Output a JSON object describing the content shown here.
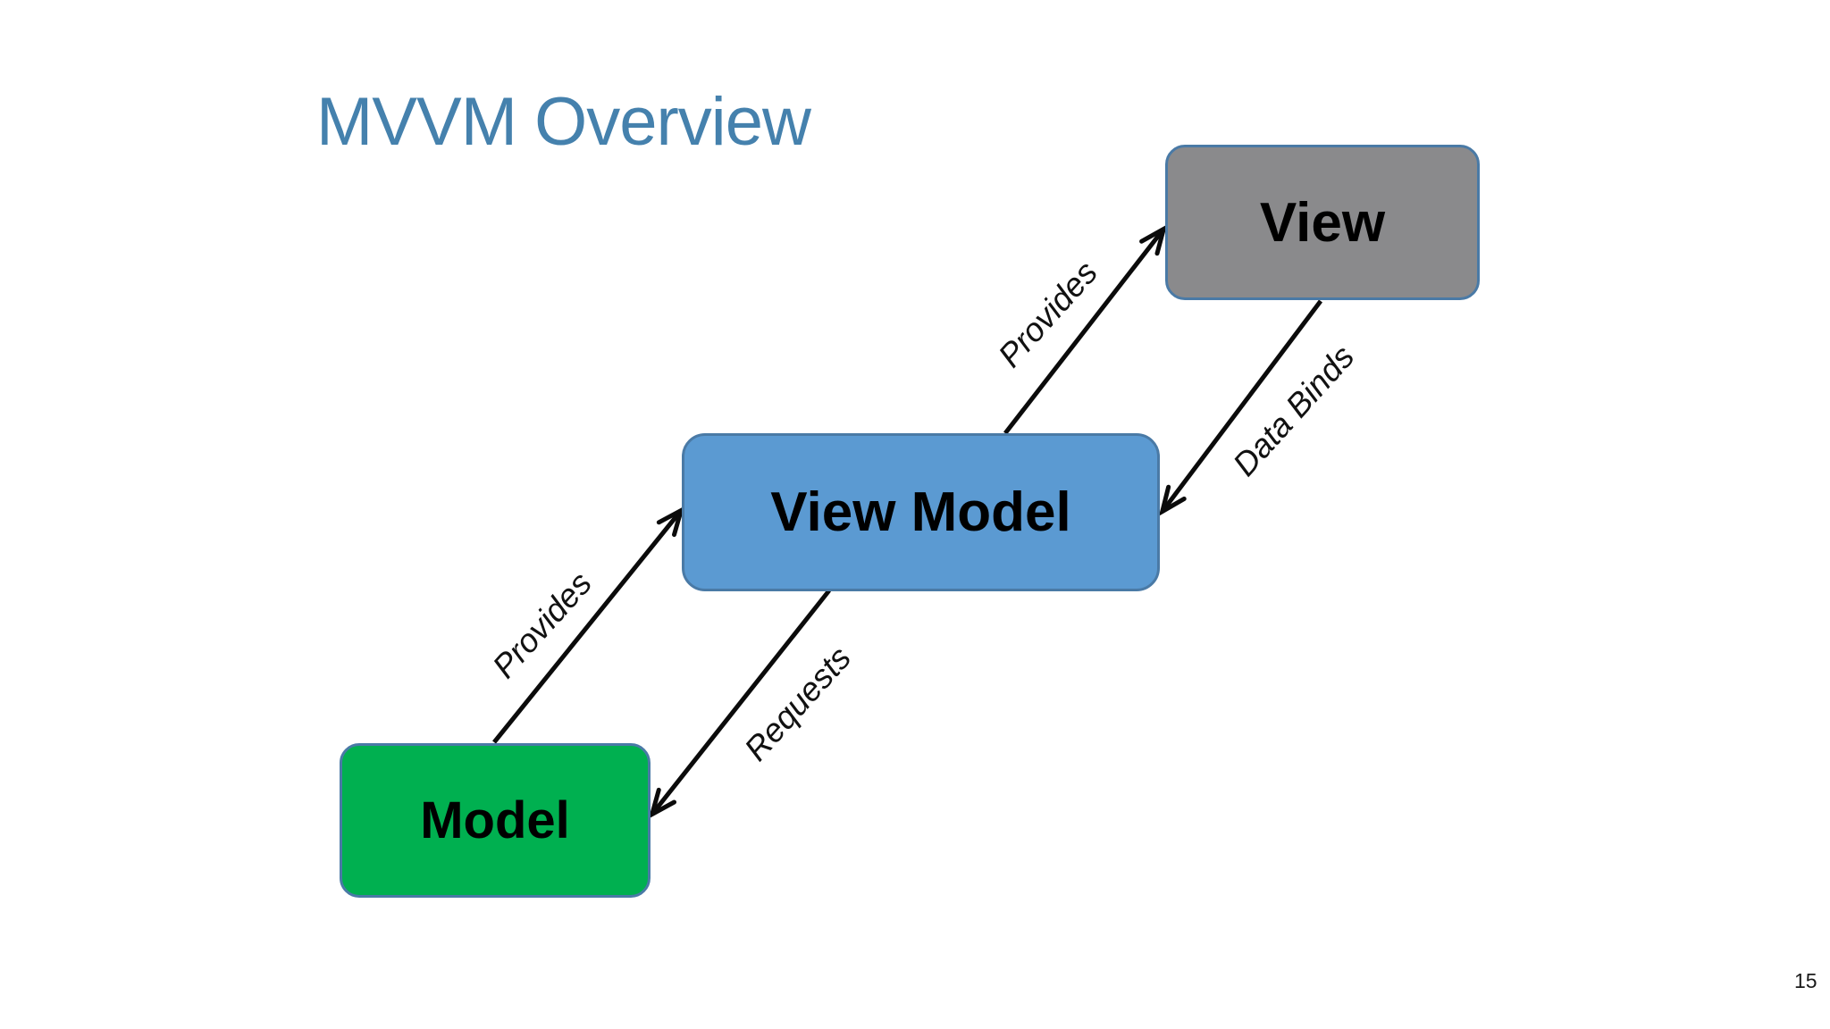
{
  "slide": {
    "title": "MVVM Overview",
    "page_number": "15"
  },
  "colors": {
    "title_color": "#4581ad",
    "node_border": "#4a7aa6",
    "view_fill": "#8a8a8c",
    "viewmodel_fill": "#5b9ad2",
    "model_fill": "#00b050",
    "arrow_color": "#0b0b0b"
  },
  "diagram": {
    "nodes": [
      {
        "id": "view",
        "label": "View",
        "fill": "#8a8a8c"
      },
      {
        "id": "view_model",
        "label": "View Model",
        "fill": "#5b9ad2"
      },
      {
        "id": "model",
        "label": "Model",
        "fill": "#00b050"
      }
    ],
    "edges": [
      {
        "from": "model",
        "to": "view_model",
        "label": "Provides"
      },
      {
        "from": "view_model",
        "to": "model",
        "label": "Requests"
      },
      {
        "from": "view_model",
        "to": "view",
        "label": "Provides"
      },
      {
        "from": "view",
        "to": "view_model",
        "label": "Data Binds"
      }
    ]
  }
}
